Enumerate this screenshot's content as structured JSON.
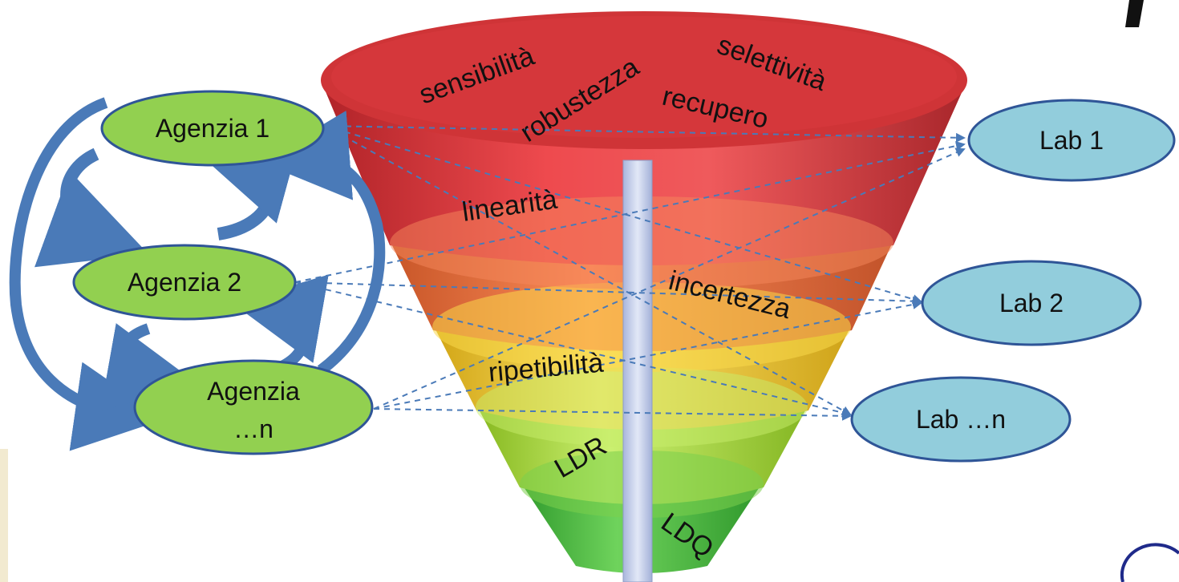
{
  "colors": {
    "agency_fill": "#92d050",
    "agency_stroke": "#2f5597",
    "lab_fill": "#92cddc",
    "lab_stroke": "#2f5597",
    "arrow": "#4a7ab8",
    "dash_line": "#4a7ab8",
    "pipe": "#c9d4ef",
    "funnel_levels": [
      "#e0454a",
      "#f47c50",
      "#f4d347",
      "#b6e35a",
      "#5cc84a"
    ]
  },
  "agencies": [
    {
      "label": "Agenzia 1"
    },
    {
      "label": "Agenzia 2"
    },
    {
      "label": "Agenzia",
      "label2": "…n"
    }
  ],
  "labs": [
    {
      "label": "Lab 1"
    },
    {
      "label": "Lab 2"
    },
    {
      "label": "Lab …n"
    }
  ],
  "funnel_terms": {
    "sensibilita": "sensibilità",
    "robustezza": "robustezza",
    "selettivita": "selettività",
    "recupero": "recupero",
    "linearita": "linearità",
    "incertezza": "incertezza",
    "ripetibilita": "ripetibilità",
    "ldr": "LDR",
    "ldq": "LDQ"
  }
}
